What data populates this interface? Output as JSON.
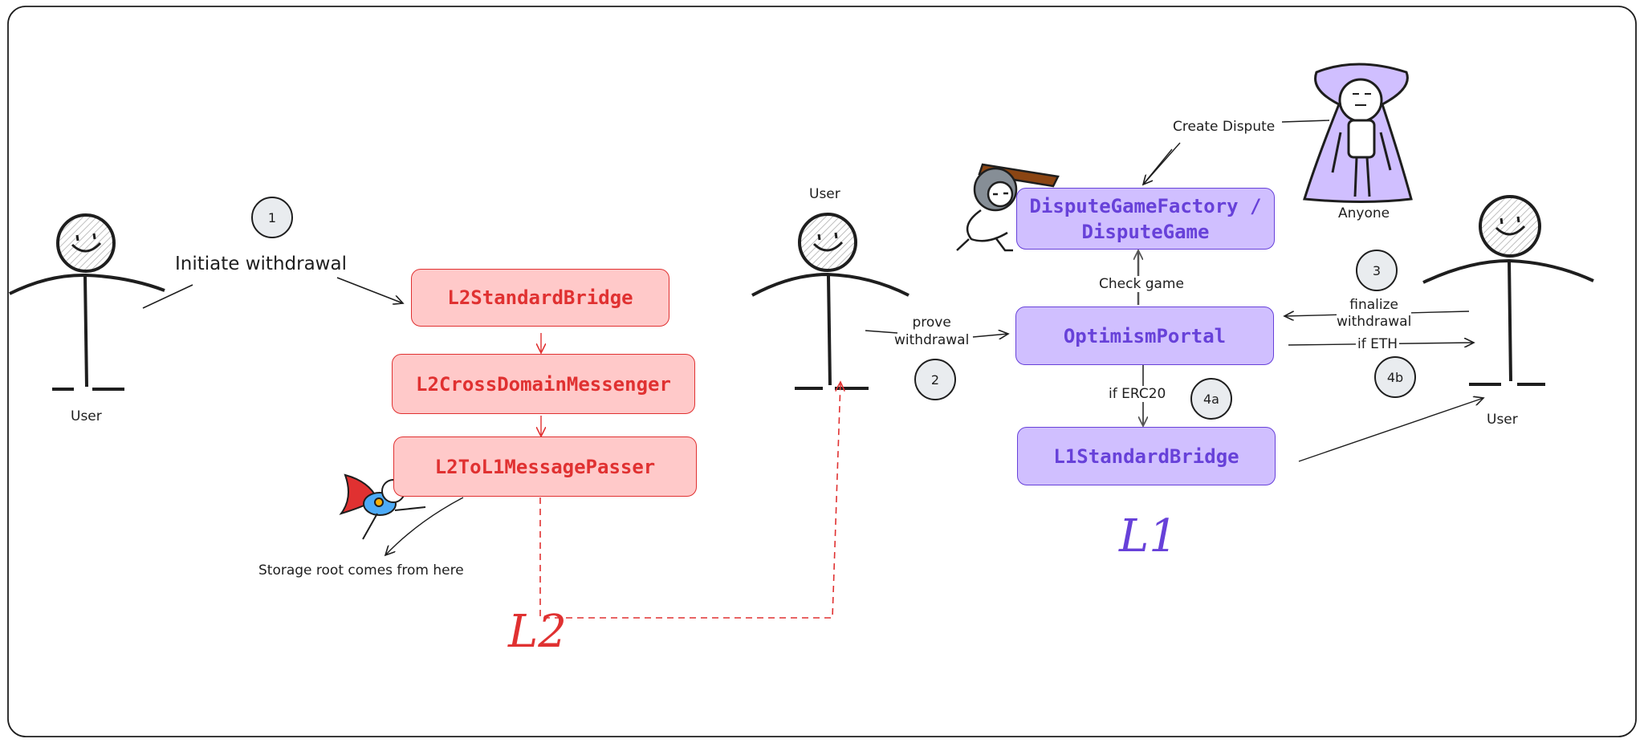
{
  "layers": {
    "l2": "L2",
    "l1": "L1"
  },
  "colors": {
    "l2_fill": "#ffc9c9",
    "l2_stroke": "#e03131",
    "l1_fill": "#d0bfff",
    "l1_stroke": "#6741d9",
    "badge_fill": "#e9ecef"
  },
  "l2_boxes": [
    "L2StandardBridge",
    "L2CrossDomainMessenger",
    "L2ToL1MessagePasser"
  ],
  "l1_boxes": {
    "factory_line1": "DisputeGameFactory /",
    "factory_line2": "DisputeGame",
    "portal": "OptimismPortal",
    "bridge": "L1StandardBridge"
  },
  "actors": {
    "user_left": "User",
    "user_middle": "User",
    "user_right": "User",
    "anyone": "Anyone"
  },
  "steps": {
    "s1": "1",
    "s2": "2",
    "s3": "3",
    "s4a": "4a",
    "s4b": "4b"
  },
  "labels": {
    "initiate": "Initiate withdrawal",
    "storage_root": "Storage root comes from here",
    "prove_line1": "prove",
    "prove_line2": "withdrawal",
    "check_game": "Check game",
    "create_dispute": "Create Dispute",
    "finalize_line1": "finalize",
    "finalize_line2": "withdrawal",
    "if_eth": "if ETH",
    "if_erc20": "if ERC20"
  }
}
